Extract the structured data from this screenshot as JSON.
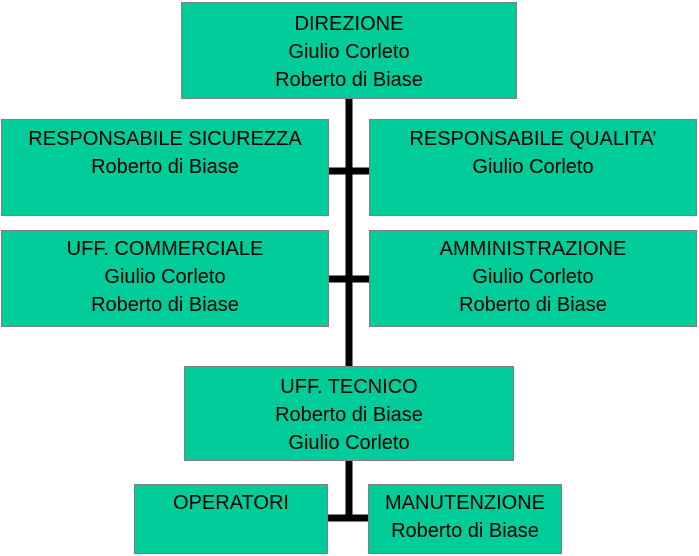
{
  "colors": {
    "box_fill": "#00cc99",
    "connector": "#000000"
  },
  "org_chart": {
    "direzione": {
      "title": "DIREZIONE",
      "names": [
        "Giulio Corleto",
        "Roberto di Biase"
      ]
    },
    "responsabile_sicurezza": {
      "title": "RESPONSABILE SICUREZZA",
      "names": [
        "Roberto di Biase"
      ]
    },
    "responsabile_qualita": {
      "title": "RESPONSABILE QUALITA’",
      "names": [
        "Giulio Corleto"
      ]
    },
    "uff_commerciale": {
      "title": "UFF. COMMERCIALE",
      "names": [
        "Giulio Corleto",
        "Roberto di Biase"
      ]
    },
    "amministrazione": {
      "title": "AMMINISTRAZIONE",
      "names": [
        "Giulio Corleto",
        "Roberto di Biase"
      ]
    },
    "uff_tecnico": {
      "title": "UFF. TECNICO",
      "names": [
        "Roberto di Biase",
        "Giulio Corleto"
      ]
    },
    "operatori": {
      "title": "OPERATORI",
      "names": []
    },
    "manutenzione": {
      "title": "MANUTENZIONE",
      "names": [
        "Roberto di Biase"
      ]
    }
  }
}
